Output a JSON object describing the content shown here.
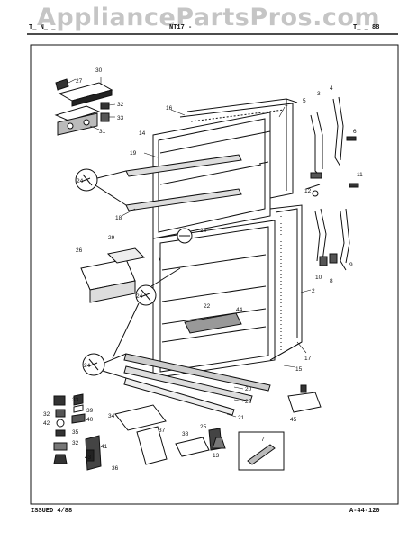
{
  "watermark": "AppliancePartsPros.com",
  "header": {
    "left": "T_ N_ _",
    "model": "NT17 -",
    "right": "T_ _ 88"
  },
  "footer": {
    "issued": "ISSUED 4/88",
    "code": "A-44-120"
  },
  "callouts": [
    {
      "id": "c27",
      "label": "27"
    },
    {
      "id": "c30",
      "label": "30"
    },
    {
      "id": "c32a",
      "label": "32"
    },
    {
      "id": "c33a",
      "label": "33"
    },
    {
      "id": "c31",
      "label": "31"
    },
    {
      "id": "c16",
      "label": "16"
    },
    {
      "id": "c1",
      "label": "1"
    },
    {
      "id": "c5",
      "label": "5"
    },
    {
      "id": "c3",
      "label": "3"
    },
    {
      "id": "c4",
      "label": "4"
    },
    {
      "id": "c6",
      "label": "6"
    },
    {
      "id": "c14",
      "label": "14"
    },
    {
      "id": "c19",
      "label": "19"
    },
    {
      "id": "c24a",
      "label": "24"
    },
    {
      "id": "c18",
      "label": "18"
    },
    {
      "id": "c12",
      "label": "12"
    },
    {
      "id": "c11",
      "label": "11"
    },
    {
      "id": "c2",
      "label": "2"
    },
    {
      "id": "c10",
      "label": "10"
    },
    {
      "id": "c8",
      "label": "8"
    },
    {
      "id": "c9",
      "label": "9"
    },
    {
      "id": "c26",
      "label": "26"
    },
    {
      "id": "c29",
      "label": "29"
    },
    {
      "id": "c28",
      "label": "28"
    },
    {
      "id": "c24b",
      "label": "24"
    },
    {
      "id": "c22",
      "label": "22"
    },
    {
      "id": "c44",
      "label": "44"
    },
    {
      "id": "c17",
      "label": "17"
    },
    {
      "id": "c15",
      "label": "15"
    },
    {
      "id": "c24c",
      "label": "24"
    },
    {
      "id": "c20",
      "label": "20"
    },
    {
      "id": "c23",
      "label": "23"
    },
    {
      "id": "c21",
      "label": "21"
    },
    {
      "id": "c45",
      "label": "45"
    },
    {
      "id": "c33b",
      "label": "33"
    },
    {
      "id": "c32b",
      "label": "32"
    },
    {
      "id": "c42",
      "label": "42"
    },
    {
      "id": "c39",
      "label": "39"
    },
    {
      "id": "c40",
      "label": "40"
    },
    {
      "id": "c35",
      "label": "35"
    },
    {
      "id": "c32c",
      "label": "32"
    },
    {
      "id": "c34",
      "label": "34"
    },
    {
      "id": "c37",
      "label": "37"
    },
    {
      "id": "c41",
      "label": "41"
    },
    {
      "id": "c43",
      "label": "43"
    },
    {
      "id": "c36",
      "label": "36"
    },
    {
      "id": "c38",
      "label": "38"
    },
    {
      "id": "c25",
      "label": "25"
    },
    {
      "id": "c13",
      "label": "13"
    },
    {
      "id": "c7",
      "label": "7"
    }
  ]
}
